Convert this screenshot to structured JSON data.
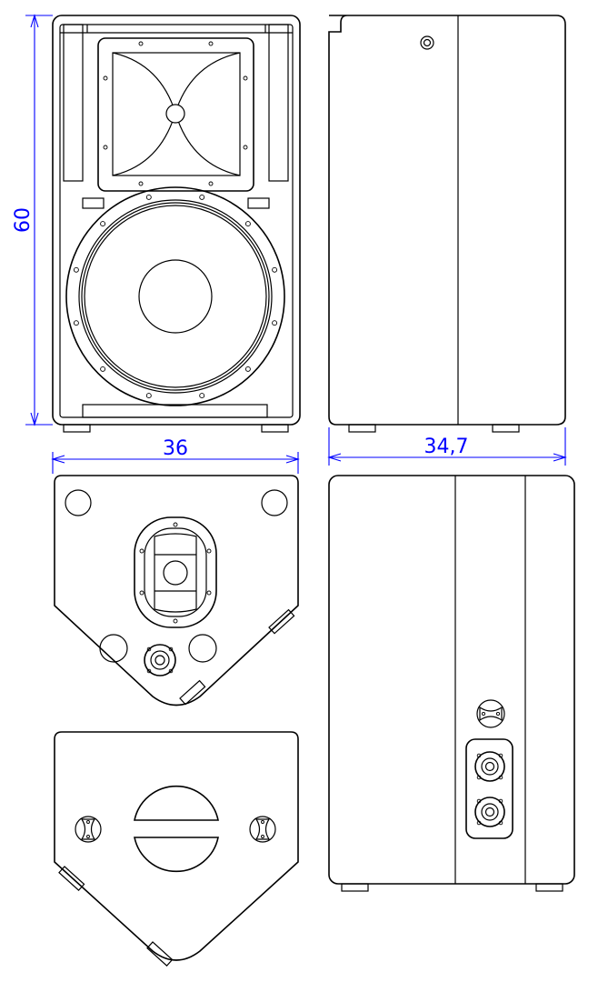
{
  "dimensions": {
    "height": "60",
    "width": "36",
    "depth": "34,7"
  },
  "colors": {
    "dimension": "#0000ff",
    "outline": "#000000",
    "background": "#ffffff"
  }
}
